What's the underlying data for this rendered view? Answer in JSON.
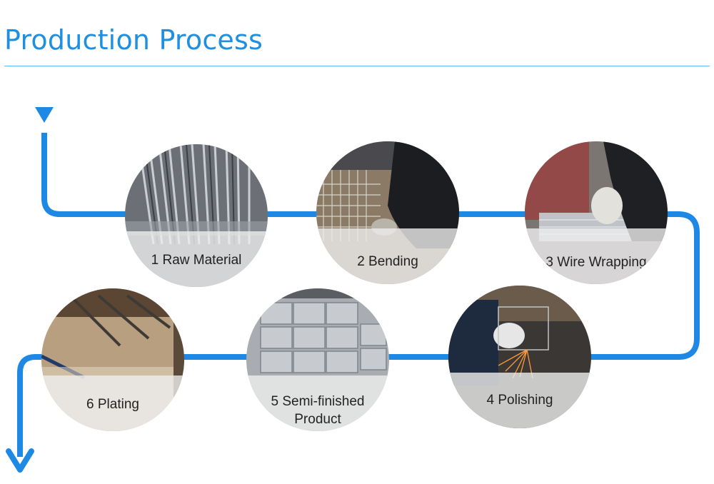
{
  "page": {
    "title": "Production Process"
  },
  "steps": [
    {
      "label": "1 Raw Material"
    },
    {
      "label": "2 Bending"
    },
    {
      "label": "3 Wire Wrapping"
    },
    {
      "label": "4 Polishing"
    },
    {
      "label": "5 Semi-finished\nProduct"
    },
    {
      "label": "6 Plating"
    }
  ],
  "colors": {
    "accent": "#1f8fe0",
    "flow_line": "#1e88e5",
    "caption_band": "#eeeeee"
  }
}
